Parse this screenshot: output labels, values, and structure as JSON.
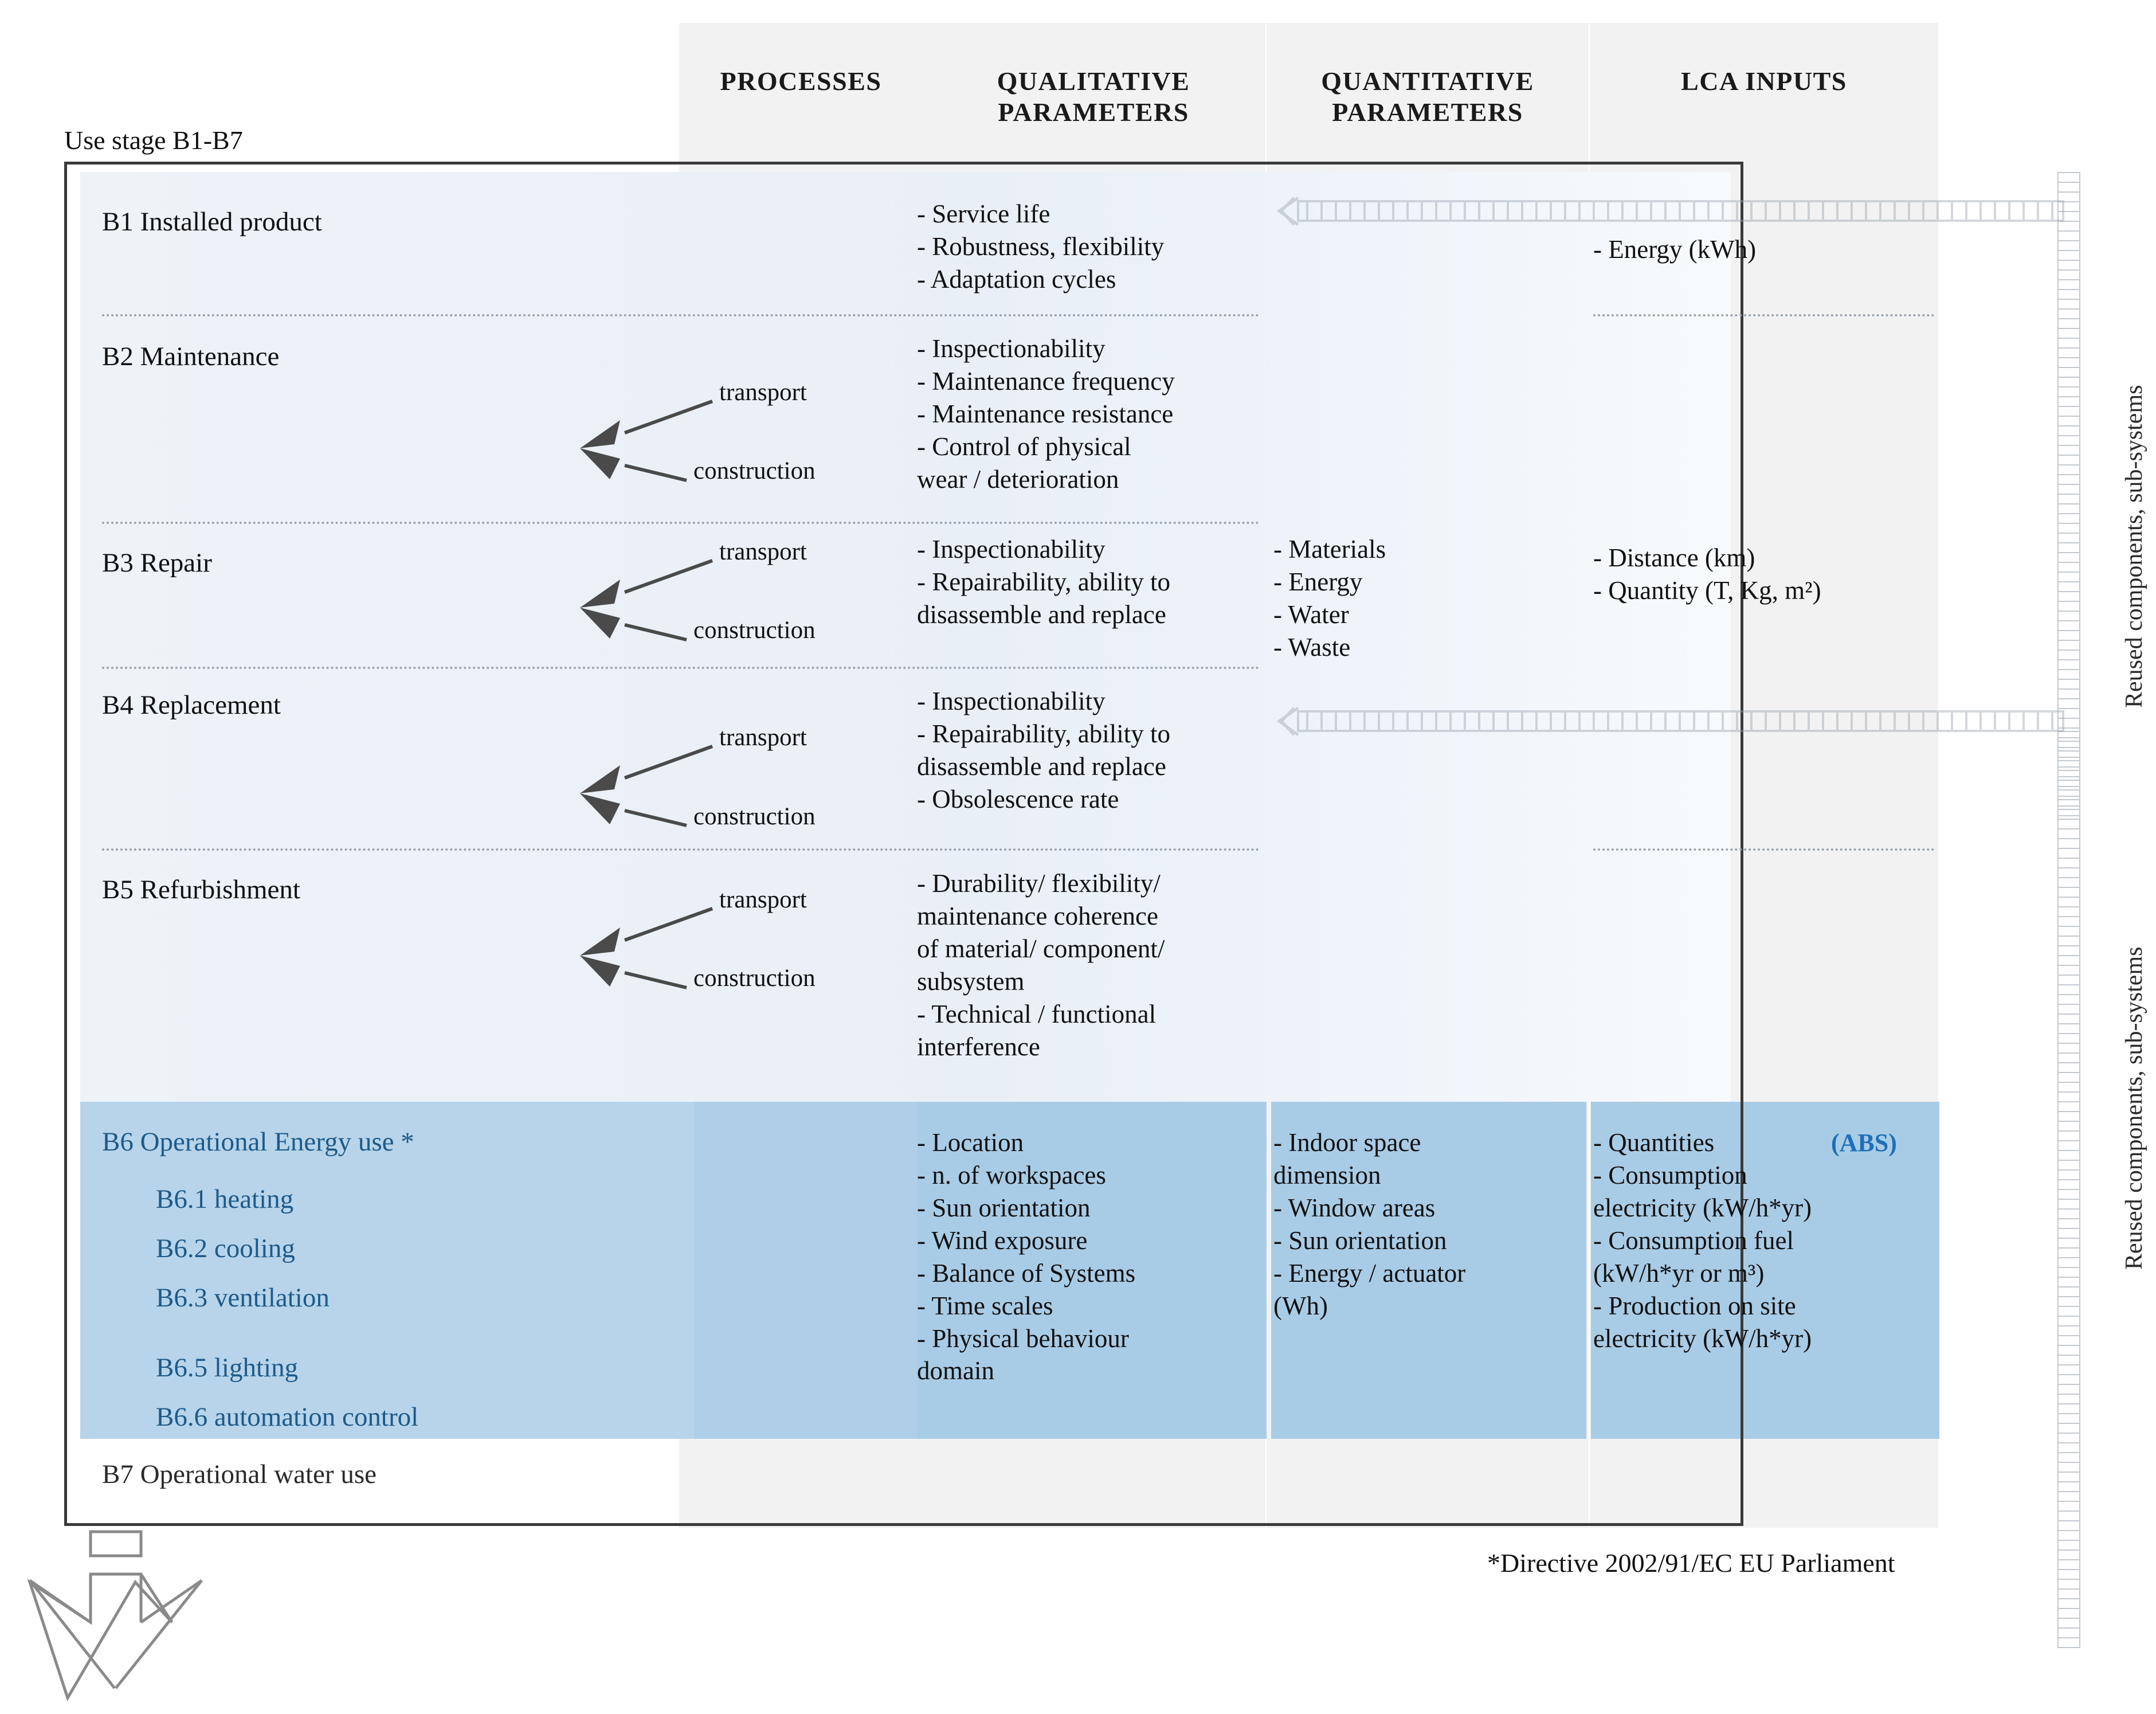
{
  "diagram": {
    "use_stage_label": "Use stage B1-B7",
    "footnote": "*Directive 2002/91/EC EU Parliament",
    "side_labels": [
      "Reused components, sub-systems",
      "Reused components, sub-systems"
    ],
    "columns": [
      {
        "id": "processes",
        "label": "PROCESSES"
      },
      {
        "id": "qualitative",
        "label": "QUALITATIVE\nPARAMETERS"
      },
      {
        "id": "quantitative",
        "label": "QUANTITATIVE\nPARAMETERS"
      },
      {
        "id": "lca",
        "label": "LCA INPUTS"
      }
    ],
    "column_labels": {
      "processes": "PROCESSES",
      "qualitative_l1": "QUALITATIVE",
      "qualitative_l2": "PARAMETERS",
      "quantitative_l1": "QUANTITATIVE",
      "quantitative_l2": "PARAMETERS",
      "lca": "LCA INPUTS"
    },
    "rows": [
      {
        "id": "b1",
        "stage": "B1 Installed product",
        "processes": [],
        "qualitative": [
          "- Service life",
          "- Robustness, flexibility",
          "- Adaptation cycles"
        ],
        "quantitative": [],
        "lca": [
          "- Energy (kWh)"
        ]
      },
      {
        "id": "b2",
        "stage": "B2 Maintenance",
        "processes": [
          "transport",
          "construction"
        ],
        "qualitative": [
          "- Inspectionability",
          "- Maintenance frequency",
          "- Maintenance resistance",
          "- Control of physical",
          "wear / deterioration"
        ],
        "quantitative": [],
        "lca": []
      },
      {
        "id": "b3",
        "stage": "B3 Repair",
        "processes": [
          "transport",
          "construction"
        ],
        "qualitative": [
          "- Inspectionability",
          "- Repairability, ability to",
          "disassemble and replace"
        ],
        "quantitative": [
          "- Materials",
          "- Energy",
          "- Water",
          "- Waste"
        ],
        "lca": [
          "- Distance (km)",
          "- Quantity (T, Kg, m²)"
        ]
      },
      {
        "id": "b4",
        "stage": "B4 Replacement",
        "processes": [
          "transport",
          "construction"
        ],
        "qualitative": [
          "- Inspectionability",
          "- Repairability, ability to",
          "disassemble and replace",
          "- Obsolescence rate"
        ],
        "quantitative": [],
        "lca": []
      },
      {
        "id": "b5",
        "stage": "B5 Refurbishment",
        "processes": [
          "transport",
          "construction"
        ],
        "qualitative": [
          "- Durability/ flexibility/",
          "maintenance coherence",
          "of material/ component/",
          "subsystem",
          "- Technical / functional",
          "interference"
        ],
        "quantitative": [],
        "lca": []
      }
    ],
    "b6": {
      "stage": "B6 Operational Energy use *",
      "substages": [
        "B6.1 heating",
        "B6.2 cooling",
        "B6.3 ventilation",
        "",
        "B6.5 lighting",
        "B6.6 automation control"
      ],
      "qualitative": [
        "- Location",
        "- n. of workspaces",
        "- Sun orientation",
        "- Wind exposure",
        "- Balance of Systems",
        "- Time scales",
        "- Physical behaviour",
        "domain"
      ],
      "quantitative": [
        "- Indoor space",
        "dimension",
        "- Window areas",
        "- Sun orientation",
        "- Energy / actuator",
        "(Wh)"
      ],
      "lca": [
        "- Quantities",
        "- Consumption",
        "electricity (kW/h*yr)",
        "- Consumption fuel",
        "(kW/h*yr or m³)",
        "- Production on site",
        "electricity (kW/h*yr)"
      ],
      "badge": "(ABS)"
    },
    "b7": {
      "stage": "B7 Operational water use"
    },
    "colors": {
      "band_grey": "#f2f2f2",
      "body_blue": "#eef3f8",
      "b6_blue": "#afd0e8",
      "accent_blue": "#1f6fb8",
      "b6_text": "#1d5a8a",
      "frame": "#3a3a3a",
      "dotted": "#9aa3ad",
      "hatch": "#c9ced4"
    }
  }
}
